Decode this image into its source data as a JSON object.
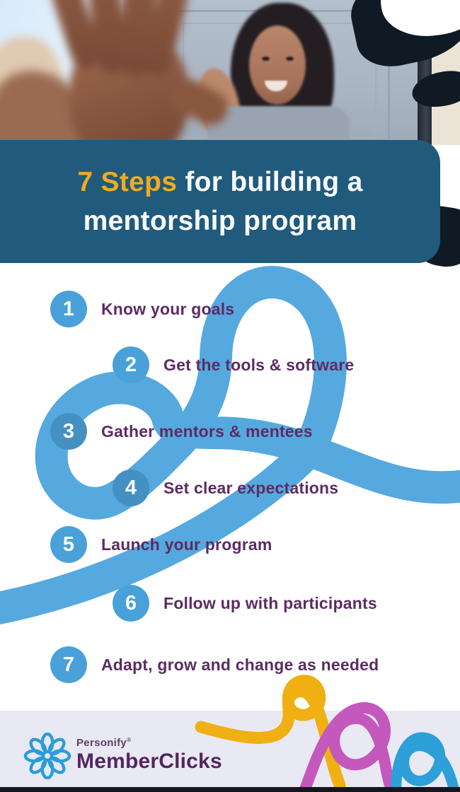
{
  "title": {
    "highlight": "7 Steps",
    "line1_rest": " for building a",
    "line2": "mentorship program"
  },
  "steps": [
    {
      "number": "1",
      "label": "Know your goals"
    },
    {
      "number": "2",
      "label": "Get the tools & software"
    },
    {
      "number": "3",
      "label": "Gather mentors & mentees"
    },
    {
      "number": "4",
      "label": "Set clear expectations"
    },
    {
      "number": "5",
      "label": "Launch your program"
    },
    {
      "number": "6",
      "label": "Follow up with participants"
    },
    {
      "number": "7",
      "label": "Adapt, grow and change as needed"
    }
  ],
  "footer": {
    "brand_sub": "Personify",
    "brand_registered": "®",
    "brand_main": "MemberClicks"
  },
  "colors": {
    "title_bg": "#205a7d",
    "title_highlight": "#eeac1f",
    "title_text": "#fafcfe",
    "step_text": "#5c2c63",
    "loop_blue": "#55a9df",
    "circle_blue": "#4aa0d8",
    "circle_blue_overlap": "#4590c2",
    "footer_bg": "#e8e9f3",
    "brand_purple": "#53275f",
    "logo_blue": "#2b9cd8",
    "squiggle_yellow": "#f0b013",
    "squiggle_magenta": "#c558bc",
    "squiggle_blue": "#2d9fd9",
    "brush_dark": "#0f1a24"
  }
}
